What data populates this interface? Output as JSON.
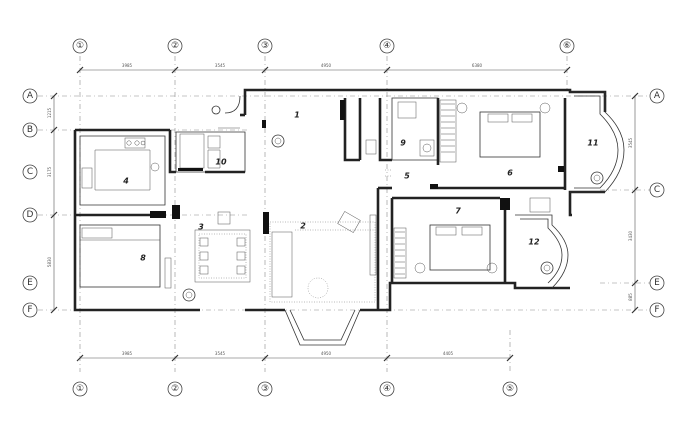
{
  "column_axes_top": [
    "①",
    "②",
    "③",
    "④",
    "⑥"
  ],
  "column_axes_bottom": [
    "①",
    "②",
    "③",
    "④",
    "⑤"
  ],
  "row_axes_left": [
    "A",
    "B",
    "C",
    "D",
    "E",
    "F"
  ],
  "row_axes_right": [
    "A",
    "C",
    "E",
    "F"
  ],
  "rooms": [
    "1",
    "2",
    "3",
    "4",
    "5",
    "6",
    "7",
    "8",
    "9",
    "10",
    "11",
    "12"
  ],
  "dimensions_top": [
    "3985",
    "3545",
    "4950",
    "6380"
  ],
  "dimensions_bottom": [
    "3985",
    "3545",
    "4950",
    "4405"
  ],
  "dimensions_left": [
    "1215",
    "3175",
    "5830"
  ],
  "dimensions_right": [
    "3545",
    "3430",
    "885"
  ]
}
